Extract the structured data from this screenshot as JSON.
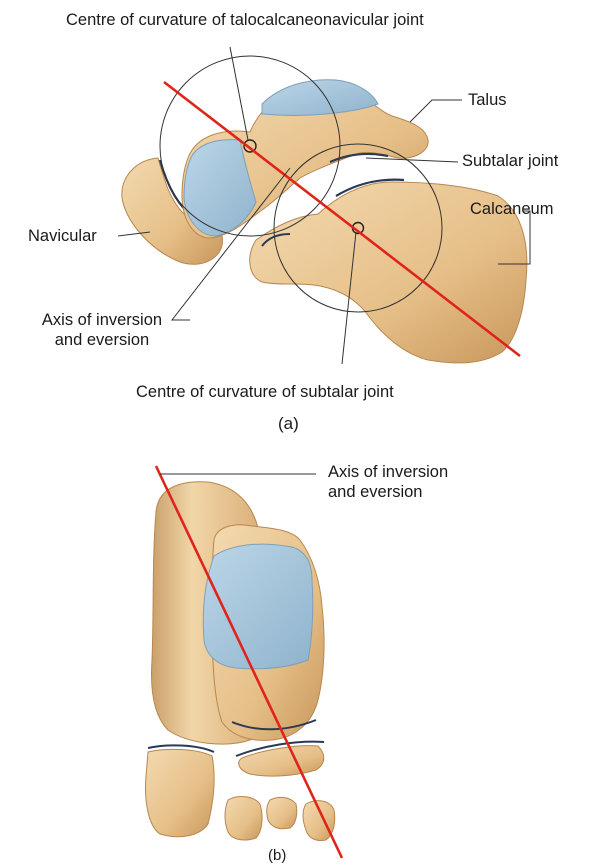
{
  "panel_a": {
    "caption": "(a)",
    "labels": {
      "centre_tcn": "Centre of curvature of talocalcaneonavicular joint",
      "talus": "Talus",
      "subtalar_joint": "Subtalar joint",
      "calcaneum": "Calcaneum",
      "navicular": "Navicular",
      "axis_line1": "Axis of inversion",
      "axis_line2": "and eversion",
      "centre_subtalar": "Centre of curvature of subtalar joint"
    }
  },
  "panel_b": {
    "caption": "(b)",
    "labels": {
      "axis_line1": "Axis of inversion",
      "axis_line2": "and eversion"
    }
  },
  "colors": {
    "bone": "#e8c594",
    "bone_shade": "#c99a5f",
    "cartilage": "#a9c8de",
    "axis": "#e0241b",
    "line": "#333333"
  }
}
